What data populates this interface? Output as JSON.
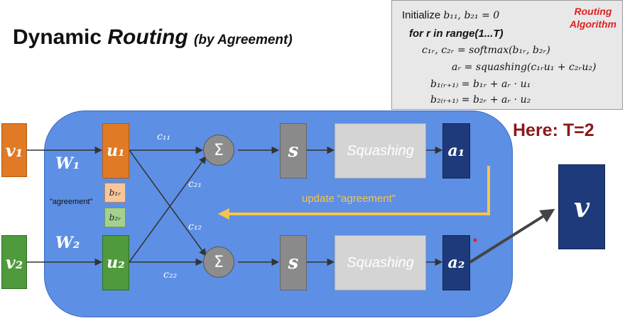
{
  "title": {
    "main": "Dynamic ",
    "italic": "Routing",
    "sub": "(by Agreement)"
  },
  "algorithm": {
    "heading_line1": "Routing",
    "heading_line2": "Algorithm",
    "init_word": "Initialize",
    "init_math": "b₁₁, b₂₁ = 0",
    "loop": "for r in range(1...T)",
    "line1": "c₁ᵣ, c₂ᵣ = softmax(b₁ᵣ, b₂ᵣ)",
    "line2": "aᵣ = squashing(c₁ᵣu₁ + c₂ᵣu₂)",
    "line3": "b₁₍ᵣ₊₁₎ = b₁ᵣ + aᵣ · u₁",
    "line4": "b₂₍ᵣ₊₁₎ = b₂ᵣ + aᵣ · u₂"
  },
  "here_label": "Here: T=2",
  "nodes": {
    "v1": "v₁",
    "v2": "v₂",
    "u1": "u₁",
    "u2": "u₂",
    "sum": "Σ",
    "s": "s",
    "squashing": "Squashing",
    "a1": "a₁",
    "a2": "a₂",
    "v": "v"
  },
  "weights": {
    "w1": "W₁",
    "w2": "W₂"
  },
  "coefficients": {
    "c11": "c₁₁",
    "c21": "c₂₁",
    "c12": "c₁₂",
    "c22": "c₂₂"
  },
  "agreement": {
    "label": "\"agreement\"",
    "b1r": "b₁ᵣ",
    "b2r": "b₂ᵣ"
  },
  "update_label": "update “agreement”",
  "colors": {
    "panel": "#5d8fe4",
    "input": "#e07a25",
    "hidden": "#4f9a3c",
    "activation": "#1e3a7a",
    "update_arrow": "#f6c54a",
    "highlight": "#e02020"
  }
}
